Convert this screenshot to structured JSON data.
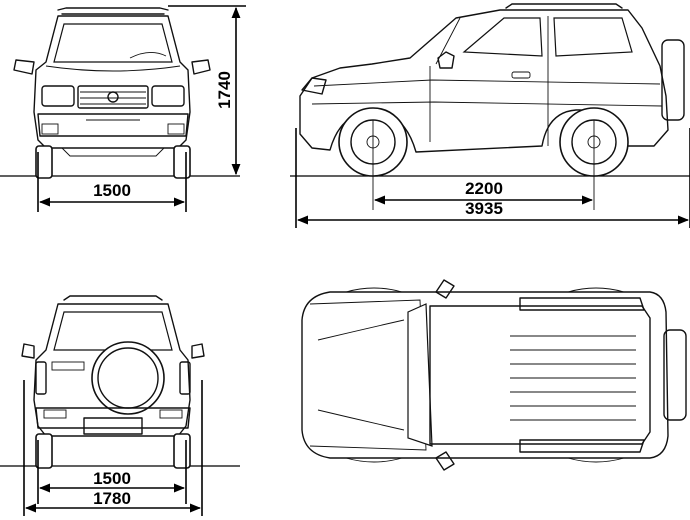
{
  "dimensions": {
    "front_track": "1500",
    "height": "1740",
    "wheelbase": "2200",
    "length": "3935",
    "rear_track": "1500",
    "width": "1780"
  },
  "colors": {
    "line": "#111111",
    "background": "#ffffff"
  },
  "views": [
    "front-view",
    "side-view",
    "rear-view",
    "top-view"
  ]
}
